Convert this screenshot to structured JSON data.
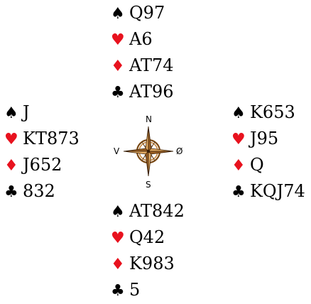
{
  "hands": {
    "north": {
      "spades": "Q97",
      "hearts": "A6",
      "diamonds": "AT74",
      "clubs": "AT96"
    },
    "west": {
      "spades": "J",
      "hearts": "KT873",
      "diamonds": "J652",
      "clubs": "832"
    },
    "east": {
      "spades": "K653",
      "hearts": "J95",
      "diamonds": "Q",
      "clubs": "KQJ74"
    },
    "south": {
      "spades": "AT842",
      "hearts": "Q42",
      "diamonds": "K983",
      "clubs": "5"
    }
  },
  "compass": {
    "north": "N",
    "south": "S",
    "west": "V",
    "east": "Ø"
  },
  "suit_symbols": {
    "spades": "♠",
    "hearts": "♥",
    "diamonds": "♦",
    "clubs": "♣"
  },
  "colors": {
    "red_suit": "#e8121e",
    "black_suit": "#000000",
    "compass_fill": "#c8863a",
    "compass_dark": "#7a4a16"
  }
}
